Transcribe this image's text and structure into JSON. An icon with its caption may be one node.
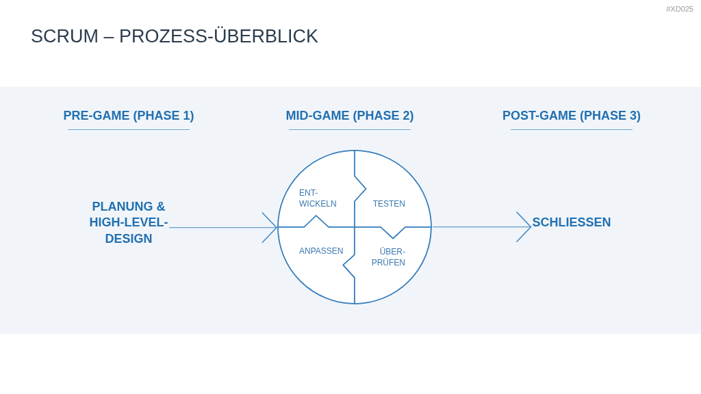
{
  "diagram": {
    "title": "SCRUM – PROZESS-ÜBERBLICK",
    "nodes": [
      {
        "text": [
          "PLANUNG & HIGH-LEVEL- DESIGN"
        ]
      },
      {
        "text": [],
        "shape": "circle"
      },
      {
        "text": [
          "ENT- WICKELN"
        ],
        "in": 1
      },
      {
        "text": [
          "TESTEN"
        ],
        "in": 1
      },
      {
        "text": [
          "ANPASSEN"
        ],
        "in": 1
      },
      {
        "text": [
          "ÜBER- PRÜFEN"
        ],
        "in": 1
      },
      {
        "text": [
          "SCHLIESSEN"
        ]
      }
    ],
    "edges": [
      {
        "from": 0,
        "to": 1,
        "arrow": "to"
      },
      {
        "from": 1,
        "to": 6,
        "arrow": "to"
      }
    ],
    "labels": [
      "#XD025",
      "PRE-GAME (PHASE 1)",
      "MID-GAME (PHASE 2)",
      "POST-GAME (PHASE 3)"
    ]
  }
}
